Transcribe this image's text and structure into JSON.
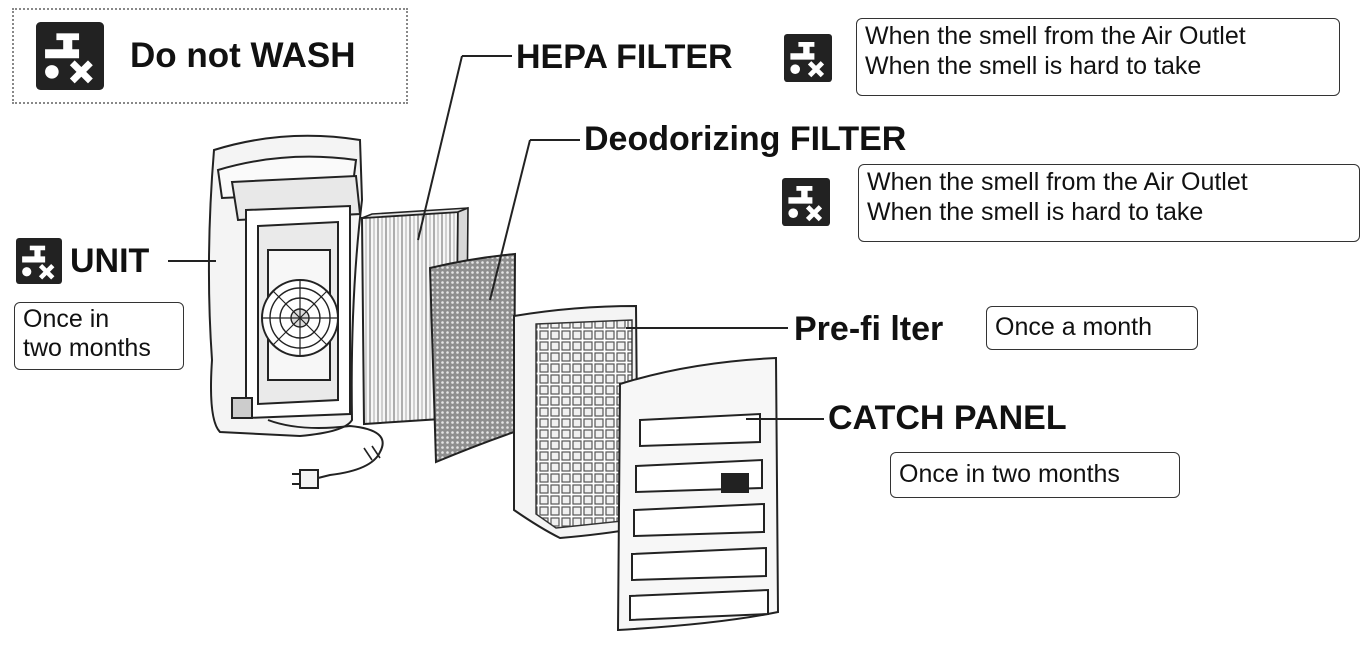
{
  "legend": {
    "label": "Do not WASH",
    "icon": "no-wash-faucet-icon"
  },
  "parts": {
    "hepa": {
      "label": "HEPA FILTER",
      "note_line1": "When the smell from the Air Outlet",
      "note_line2": "When the smell is hard to take"
    },
    "deodorizing": {
      "label": "Deodorizing FILTER",
      "note_line1": "When the smell from the Air Outlet",
      "note_line2": "When the smell is hard to take"
    },
    "unit": {
      "label": "UNIT",
      "note_line1": "Once in",
      "note_line2": "two months"
    },
    "prefilter": {
      "label": "Pre-fi lter",
      "note": "Once a month"
    },
    "catch_panel": {
      "label": "CATCH PANEL",
      "note": "Once in two months"
    }
  },
  "colors": {
    "ink": "#111111",
    "line": "#333333",
    "fill_light": "#f4f4f4",
    "fill_mid": "#e4e4e4",
    "mesh": "#9a9a9a"
  }
}
